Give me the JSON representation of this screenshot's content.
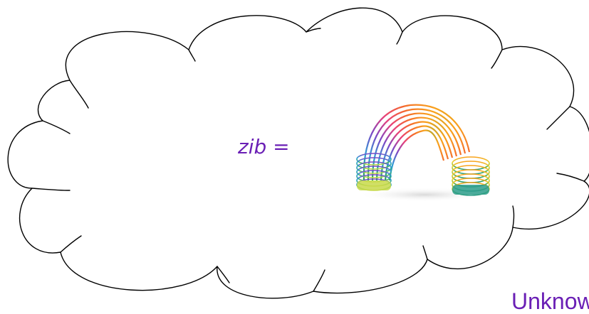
{
  "cloud": {
    "equation_text": "zib =",
    "picture_icon": "slinky-spring-toy-image"
  },
  "footer": {
    "label": "Unknown"
  },
  "colors": {
    "text_accent": "#6a1fb5",
    "cloud_stroke": "#000000",
    "background": "#ffffff"
  }
}
